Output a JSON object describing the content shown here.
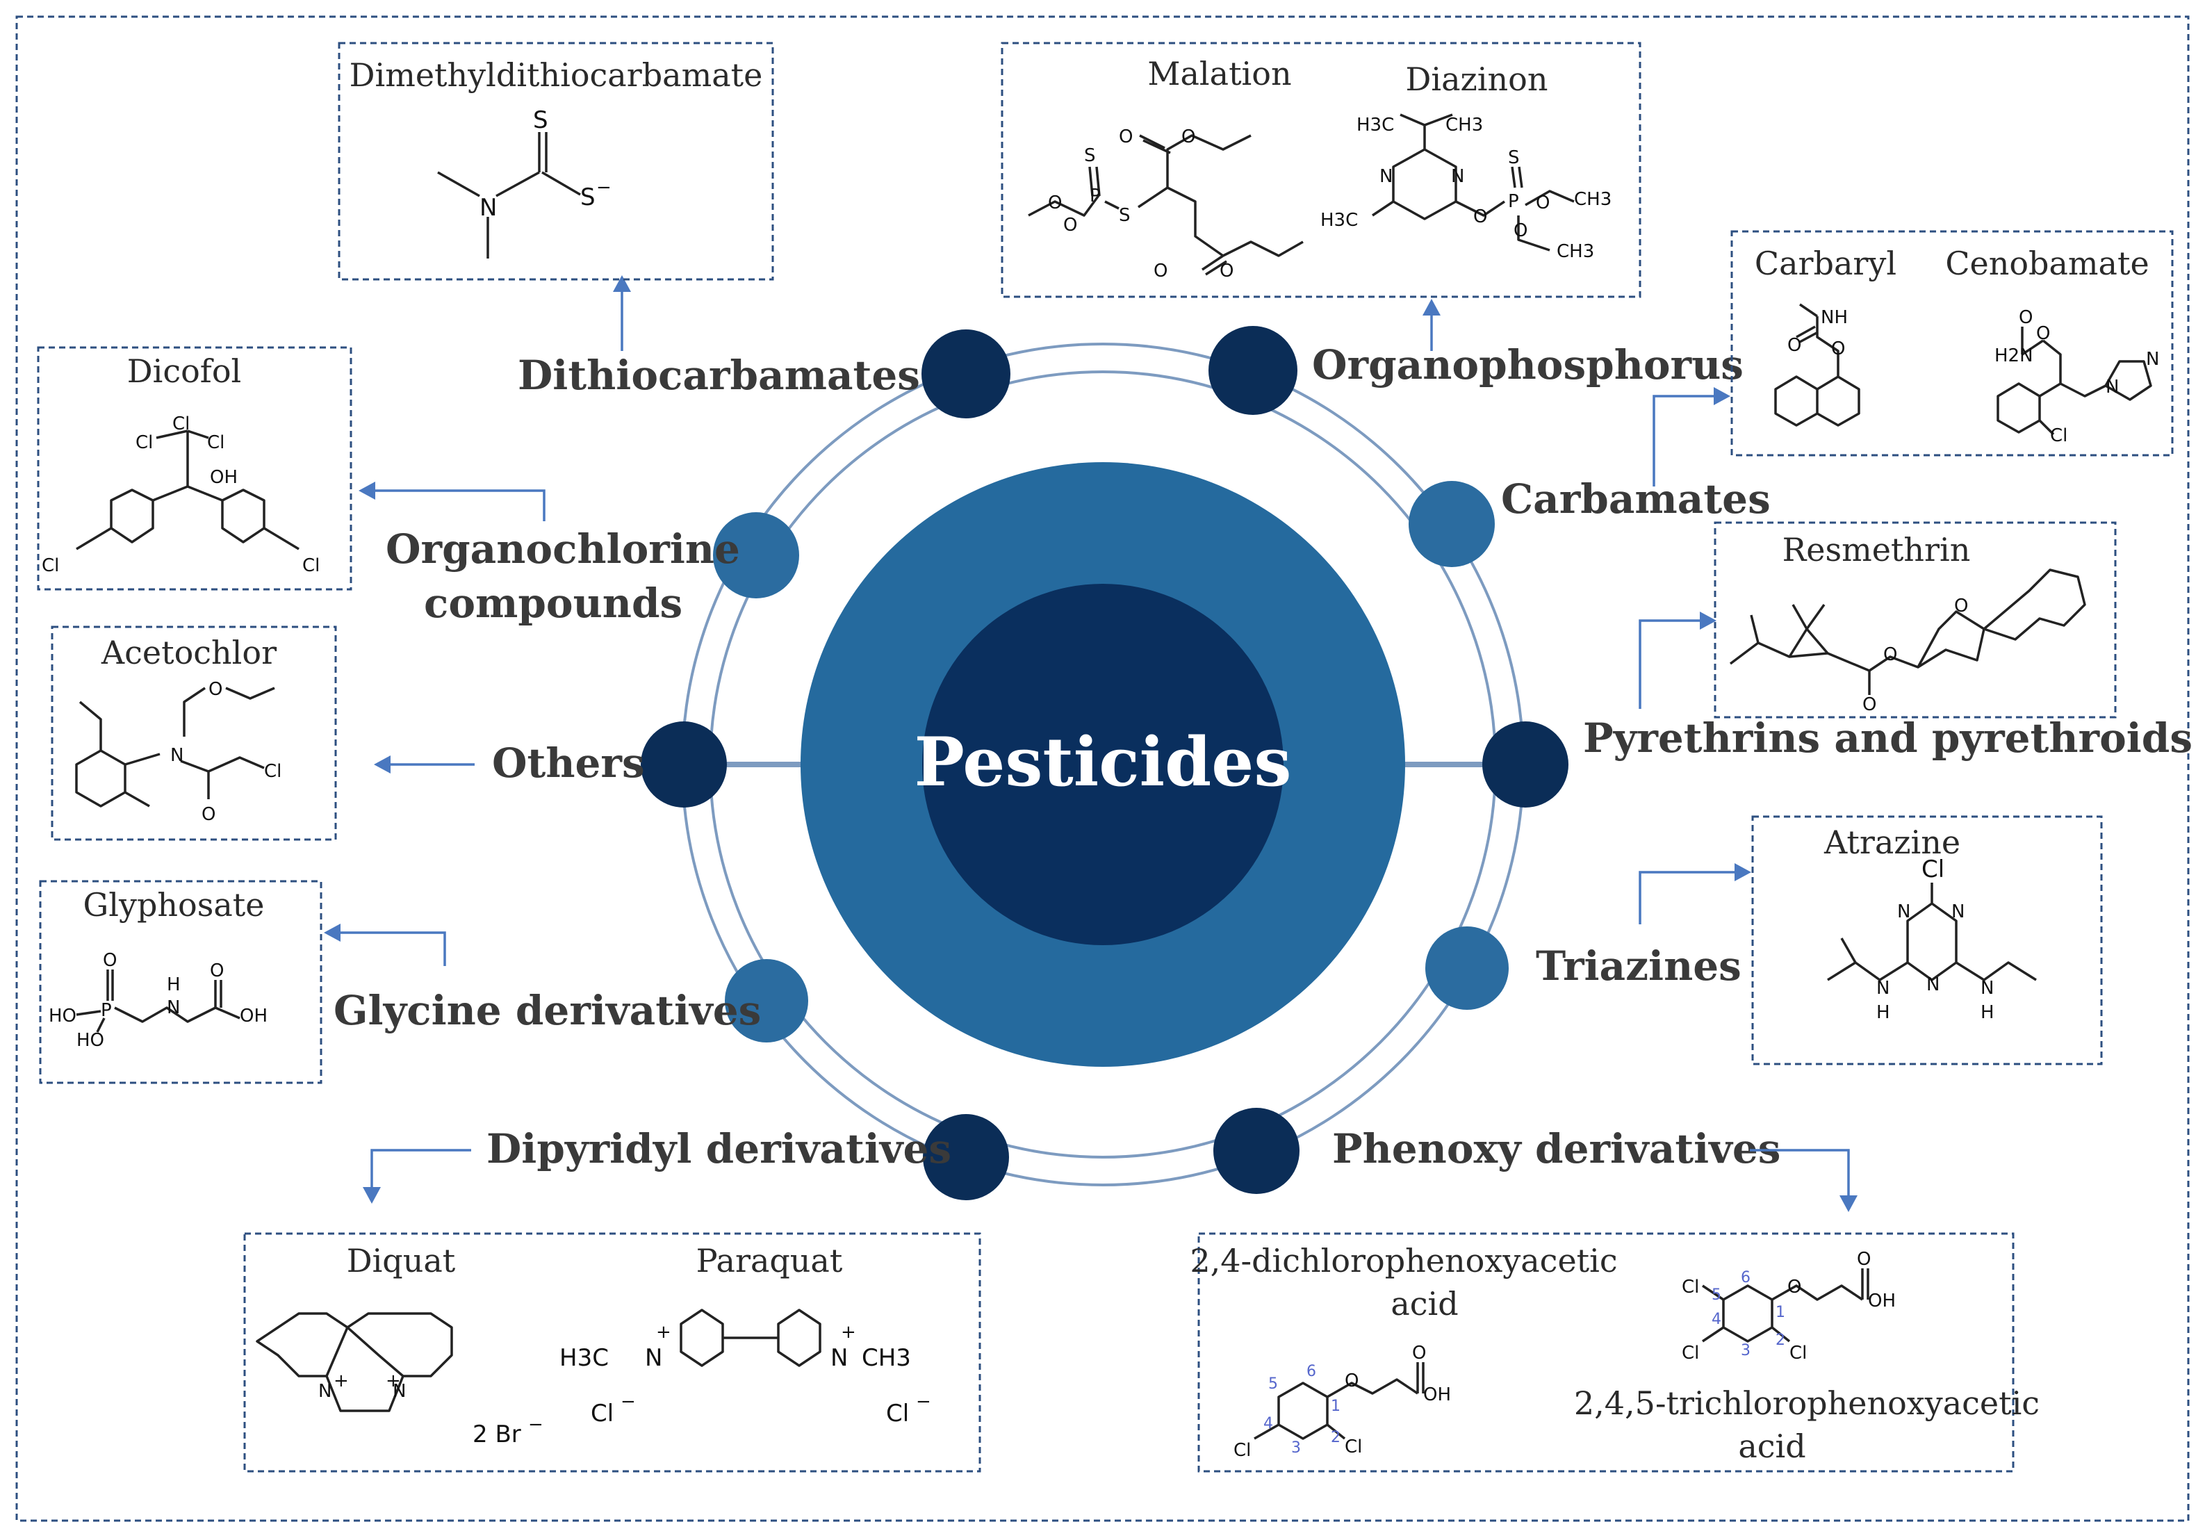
{
  "center": {
    "label": "Pesticides"
  },
  "categories": {
    "dithiocarbamates": "Dithiocarbamates",
    "organophosphorus": "Organophosphorus",
    "carbamates": "Carbamates",
    "organochlorine_line1": "Organochlorine",
    "organochlorine_line2": "compounds",
    "pyrethrins": "Pyrethrins and pyrethroids",
    "others": "Others",
    "triazines": "Triazines",
    "glycine": "Glycine derivatives",
    "dipyridyl": "Dipyridyl derivatives",
    "phenoxy": "Phenoxy derivatives"
  },
  "compounds": {
    "dimethyldithiocarbamate": "Dimethyldithiocarbamate",
    "malation": "Malation",
    "diazinon": "Diazinon",
    "carbaryl": "Carbaryl",
    "cenobamate": "Cenobamate",
    "dicofol": "Dicofol",
    "resmethrin": "Resmethrin",
    "acetochlor": "Acetochlor",
    "atrazine": "Atrazine",
    "glyphosate": "Glyphosate",
    "diquat": "Diquat",
    "paraquat": "Paraquat",
    "d24_line1": "2,4-dichlorophenoxyacetic",
    "d24_line2": "acid",
    "t245_line1": "2,4,5-trichlorophenoxyacetic",
    "t245_line2": "acid"
  },
  "atoms": {
    "S": "S",
    "S_minus": "S",
    "N": "N",
    "O": "O",
    "Cl": "Cl",
    "OH": "OH",
    "HO": "HO",
    "P": "P",
    "H": "H",
    "H3C": "H3C",
    "CH3": "CH3",
    "H2N": "H2N",
    "NH": "NH",
    "two_br": "2 Br",
    "Cl_minus": "Cl",
    "minus": "−",
    "plus": "+",
    "Nplus": "N",
    "n1": "1",
    "n2": "2",
    "n3": "3",
    "n4": "4",
    "n5": "5",
    "n6": "6"
  },
  "colors": {
    "ring_dark": "#0c2f5c",
    "ring_mid": "#256a9e",
    "inner_core": "#0a2f5e",
    "node_dark": "#0b2d57",
    "node_light": "#2b6ca0",
    "orbit": "#7d9bc0",
    "arrow": "#4a78c0",
    "box_border": "#2d4f80"
  }
}
